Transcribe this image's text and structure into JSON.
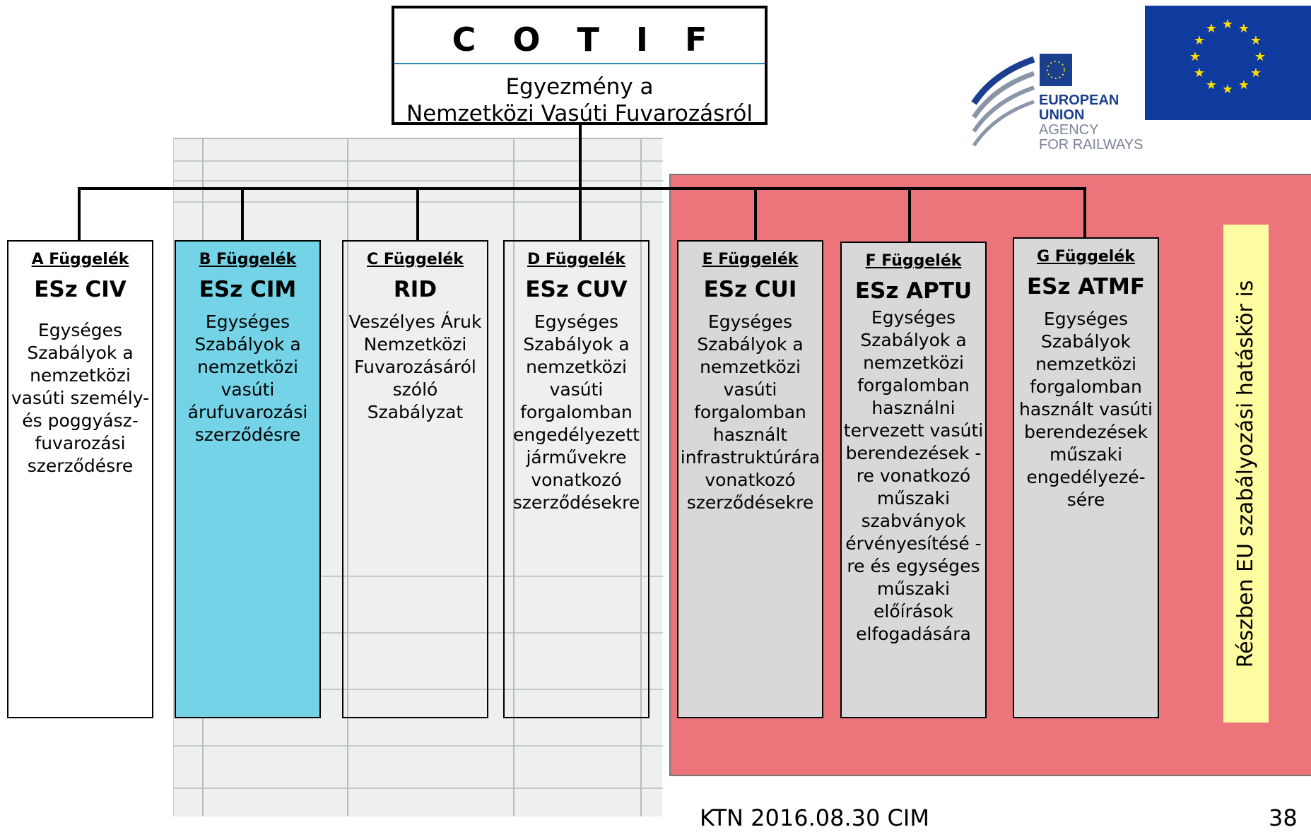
{
  "cotif": {
    "title": "C O T I F",
    "subtitle_line1": "Egyezmény a",
    "subtitle_line2": "Nemzetközi Vasúti Fuvarozásról"
  },
  "annexes": [
    {
      "label": "A Függelék",
      "code": "ESz CIV",
      "desc": "Egységes Szabályok a nemzetközi vasúti személy- és poggyász-fuvarozási szerződésre"
    },
    {
      "label": "B Függelék",
      "code": "ESz CIM",
      "desc": "Egységes Szabályok a nemzetközi vasúti árufuvarozási szerződésre"
    },
    {
      "label": "C Függelék",
      "code": "RID",
      "desc": "Veszélyes Áruk Nemzetközi Fuvarozásáról szóló Szabályzat"
    },
    {
      "label": "D Függelék",
      "code": "ESz CUV",
      "desc": "Egységes Szabályok a nemzetközi vasúti forgalomban engedélyezett járművekre vonatkozó szerződésekre"
    },
    {
      "label": "E Függelék",
      "code": "ESz CUI",
      "desc": "Egységes Szabályok a nemzetközi vasúti forgalomban használt infrastruktúrára vonatkozó szerződésekre"
    },
    {
      "label": "F Függelék",
      "code": "ESz APTU",
      "desc": "Egységes Szabályok a nemzetközi forgalomban használni tervezett vasúti berendezések -re vonatkozó műszaki szabványok érvényesítésé -re és egységes műszaki előírások elfogadására"
    },
    {
      "label": "G Függelék",
      "code": "ESz ATMF",
      "desc": "Egységes Szabályok nemzetközi forgalomban használt vasúti berendezések műszaki engedélyezé- sére"
    }
  ],
  "eu_note": "Részben EU szabályozási hatáskör is",
  "agency_logo": {
    "line1": "EUROPEAN",
    "line2": "UNION",
    "line3": "AGENCY",
    "line4": "FOR RAILWAYS"
  },
  "footer": {
    "text": "KTN 2016.08.30 CIM",
    "page_number": "38"
  },
  "colors": {
    "eu_area": "#ec747b",
    "annex_highlight": "#74d3e7",
    "annex_grey": "#d8d8d8",
    "annex_white": "#ffffff",
    "note_bg": "#fdfca0",
    "eu_blue": "#0f3b9e",
    "eu_star": "#ffdd00"
  }
}
